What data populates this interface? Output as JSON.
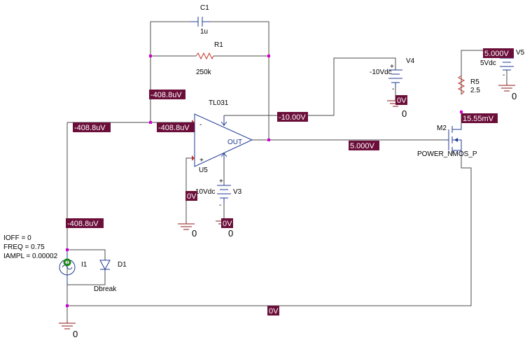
{
  "components": {
    "c1": {
      "ref": "C1",
      "value": "1u"
    },
    "r1": {
      "ref": "R1",
      "value": "250k"
    },
    "opamp": {
      "model": "TL031",
      "ref": "U5",
      "minus": "-",
      "plus": "+",
      "out": "OUT"
    },
    "v4": {
      "ref": "V4",
      "value": "-10Vdc",
      "plus": "+",
      "minus": "-"
    },
    "v3": {
      "ref": "V3",
      "value": "10Vdc",
      "plus": "+",
      "minus": "-"
    },
    "v5": {
      "ref": "V5",
      "value": "5Vdc",
      "plus": "+",
      "minus": "-"
    },
    "r5": {
      "ref": "R5",
      "value": "2.5"
    },
    "m2": {
      "ref": "M2",
      "model": "POWER_NMOS_P"
    },
    "i1": {
      "ref": "I1",
      "ioff": "IOFF = 0",
      "freq": "FREQ = 0.75",
      "iampl": "IAMPL = 0.00002"
    },
    "d1": {
      "ref": "D1",
      "model": "Dbreak"
    }
  },
  "grounds": {
    "g_i1": "0",
    "g_u5": "0",
    "g_v3": "0",
    "g_v4": "0",
    "g_v5": "0"
  },
  "voltage_tags": {
    "t1": "-408.8uV",
    "t2": "-408.8uV",
    "t3": "-408.8uV",
    "t4": "-408.8uV",
    "t5": "-10.00V",
    "t6": "0V",
    "t7": "5.000V",
    "t8": "0V",
    "t9": "0V",
    "t10": "5.000V",
    "t11": "15.55mV",
    "t12": "0V"
  }
}
